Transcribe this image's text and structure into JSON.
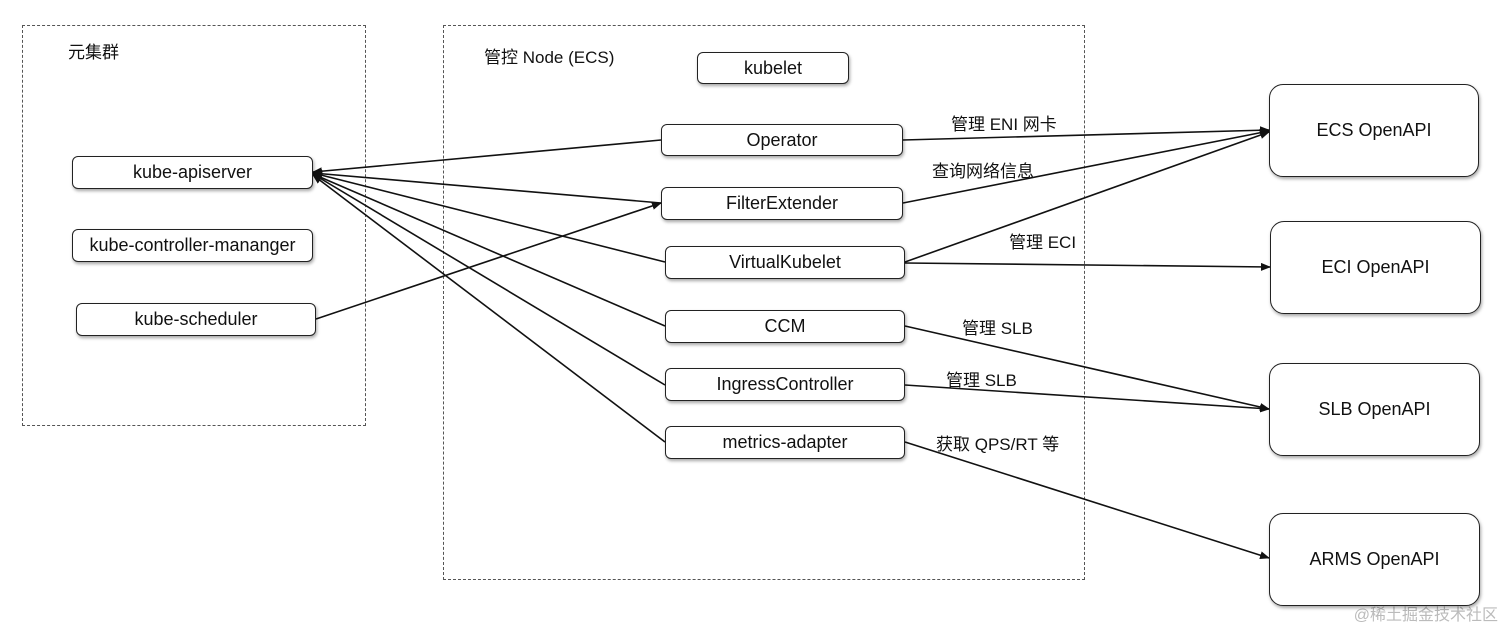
{
  "clusters": {
    "meta": {
      "title": "元集群"
    },
    "control": {
      "title": "管控 Node (ECS)"
    }
  },
  "nodes": {
    "apiserver": "kube-apiserver",
    "controller": "kube-controller-mananger",
    "scheduler": "kube-scheduler",
    "kubelet": "kubelet",
    "operator": "Operator",
    "filter": "FilterExtender",
    "vk": "VirtualKubelet",
    "ccm": "CCM",
    "ingress": "IngressController",
    "metrics": "metrics-adapter"
  },
  "apis": {
    "ecs": "ECS OpenAPI",
    "eci": "ECI OpenAPI",
    "slb": "SLB OpenAPI",
    "arms": "ARMS OpenAPI"
  },
  "edge_labels": {
    "eni": "管理 ENI 网卡",
    "query": "查询网络信息",
    "eci": "管理 ECI",
    "slb1": "管理 SLB",
    "slb2": "管理 SLB",
    "qps": "获取 QPS/RT 等"
  },
  "watermark": "@稀土掘金技术社区"
}
